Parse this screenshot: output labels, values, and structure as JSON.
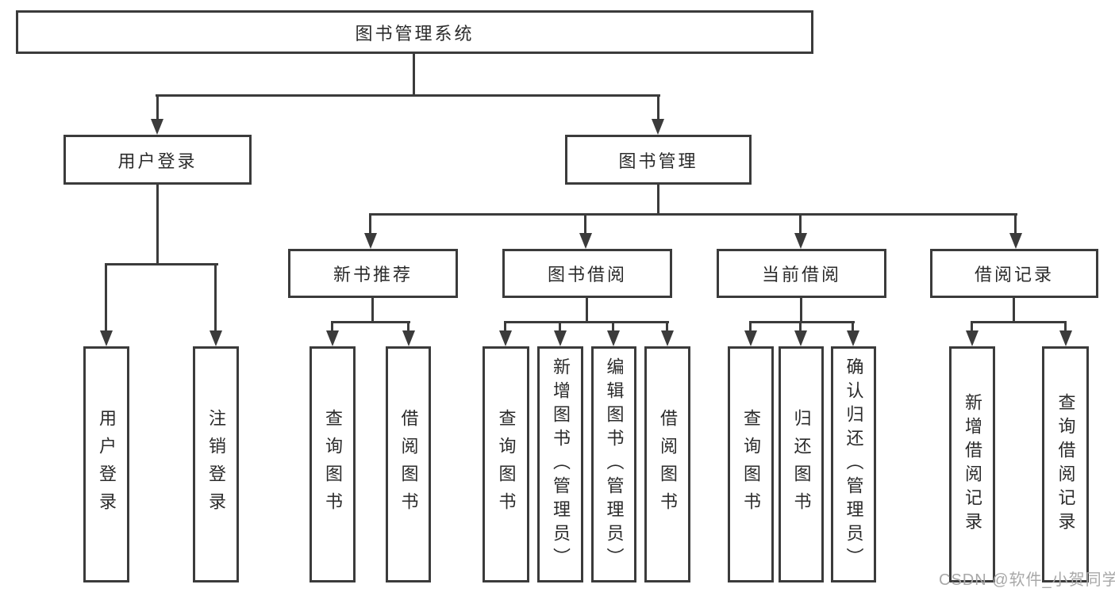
{
  "diagram": {
    "root": {
      "label": "图书管理系统",
      "children": [
        {
          "label": "用户登录",
          "children": [
            {
              "label": "用户登录"
            },
            {
              "label": "注销登录"
            }
          ]
        },
        {
          "label": "图书管理",
          "children": [
            {
              "label": "新书推荐",
              "children": [
                {
                  "label": "查询图书"
                },
                {
                  "label": "借阅图书"
                }
              ]
            },
            {
              "label": "图书借阅",
              "children": [
                {
                  "label": "查询图书"
                },
                {
                  "label": "新增图书（管理员）"
                },
                {
                  "label": "编辑图书（管理员）"
                },
                {
                  "label": "借阅图书"
                }
              ]
            },
            {
              "label": "当前借阅",
              "children": [
                {
                  "label": "查询图书"
                },
                {
                  "label": "归还图书"
                },
                {
                  "label": "确认归还（管理员）"
                }
              ]
            },
            {
              "label": "借阅记录",
              "children": [
                {
                  "label": "新增借阅记录"
                },
                {
                  "label": "查询借阅记录"
                }
              ]
            }
          ]
        }
      ]
    }
  },
  "watermark": {
    "text": "CSDN @软件_小贺同学"
  },
  "colors": {
    "line": "#3b3b3b",
    "text": "#2b2b2b",
    "watermark": "#a8a8a8",
    "background": "#ffffff"
  }
}
